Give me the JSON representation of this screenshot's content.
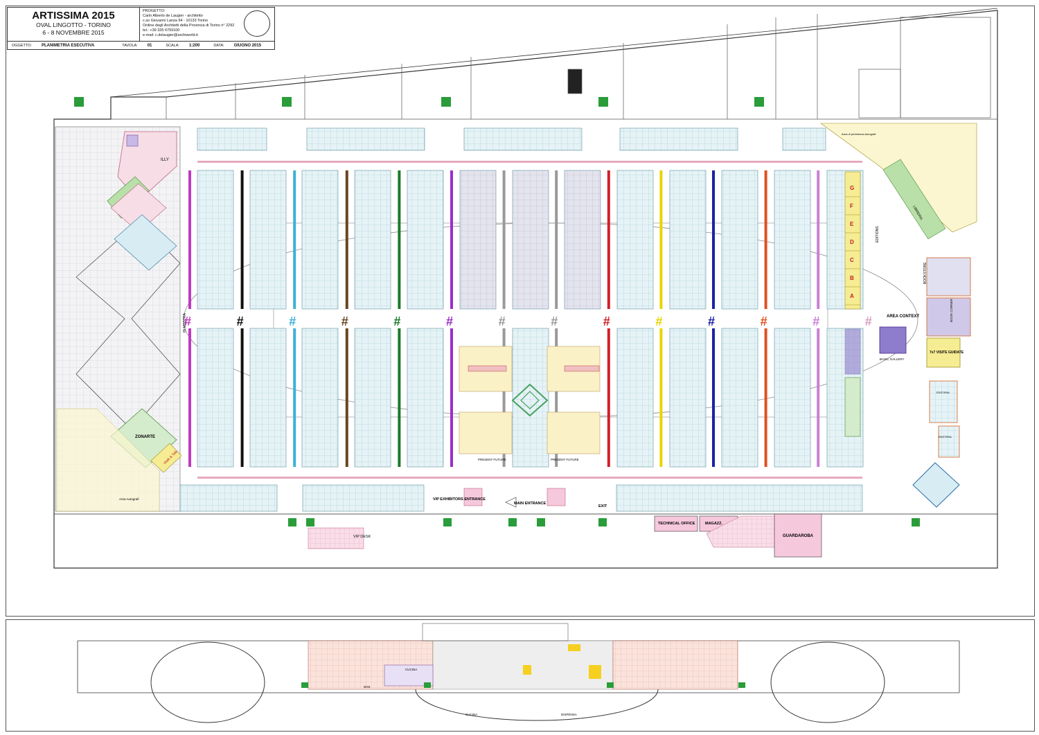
{
  "title_block": {
    "event": "ARTISSIMA 2015",
    "venue": "OVAL LINGOTTO - TORINO",
    "dates": "6 - 8 NOVEMBRE 2015",
    "project_label": "PROGETTO:",
    "architect": "Carlo Alberto de Laugier - architetto",
    "address": "c.so Giovanni Lanza 94 - 10133 Torino",
    "order": "Ordine degli Architetti della Provincia di Torino n° 2292",
    "tel": "tel.: +39 335 6759100",
    "email": "e-mail: c.delaugier@archiworld.it",
    "oggetto_label": "OGGETTO:",
    "oggetto_value": "PLANIMETRIA ESECUTIVA",
    "tavola_label": "TAVOLA:",
    "tavola_value": "01",
    "scala_label": "SCALA:",
    "scala_value": "1:200",
    "data_label": "DATA:",
    "data_value": "GIUGNO 2015"
  },
  "labels": {
    "illy": "ILLY",
    "zonarte": "ZONARTE",
    "walk_talk": "Walk & Talk",
    "area_autografi": "Area Autografi",
    "area_autografi_top": "Area di pertinenza Autografi",
    "in_mostra": "IN MOSTRA",
    "editions": "EDITIONS",
    "area_context": "AREA CONTEXT",
    "basic_gallery": "BASIC GALLERY",
    "bookstore": "BOOKSTORE",
    "book_corner": "BOOK CORNER",
    "visite_guidate": "7x7 VISITE GUIDATE",
    "editoria": "EDITORIA",
    "libreria": "LIBRERIA",
    "present_future": "PRESENT FUTURE",
    "vip_exhibitors": "VIP EXHIBITORS ENTRANCE",
    "main_entrance": "MAIN ENTRANCE",
    "exit": "EXIT",
    "technical_office": "TECHNICAL OFFICE",
    "magazz": "MAGAZZ.",
    "guardaroba": "GUARDAROBA",
    "vip_desk": "VIP DESK",
    "cucina": "CUCINA",
    "dispensa": "DISPENSA",
    "wm": "W.M.",
    "hash": "#",
    "letters": [
      "G",
      "F",
      "E",
      "D",
      "C",
      "B",
      "A"
    ]
  },
  "colors": {
    "stand_fill": "#e6f3f6",
    "stand_grid": "#9bc8d2",
    "stand_grey": "#e4e4ee",
    "present_future": "#fbf1c6",
    "left_zone": "#f2f2f2",
    "pink": "#f6c8dc",
    "exit_green": "#2a9d3a",
    "editions_yellow": "#f5ec93",
    "basic_gallery": "#8e7ccc",
    "line": "#333333"
  },
  "aisle_colors": [
    "#c03ac0",
    "#111111",
    "#3fb0d6",
    "#6b4420",
    "#1a7a2a",
    "#9b30c8",
    "#999999",
    "#999999",
    "#d0202a",
    "#e8d400",
    "#1c22a8",
    "#e05020",
    "#c880d8",
    "#d8a0c0"
  ]
}
